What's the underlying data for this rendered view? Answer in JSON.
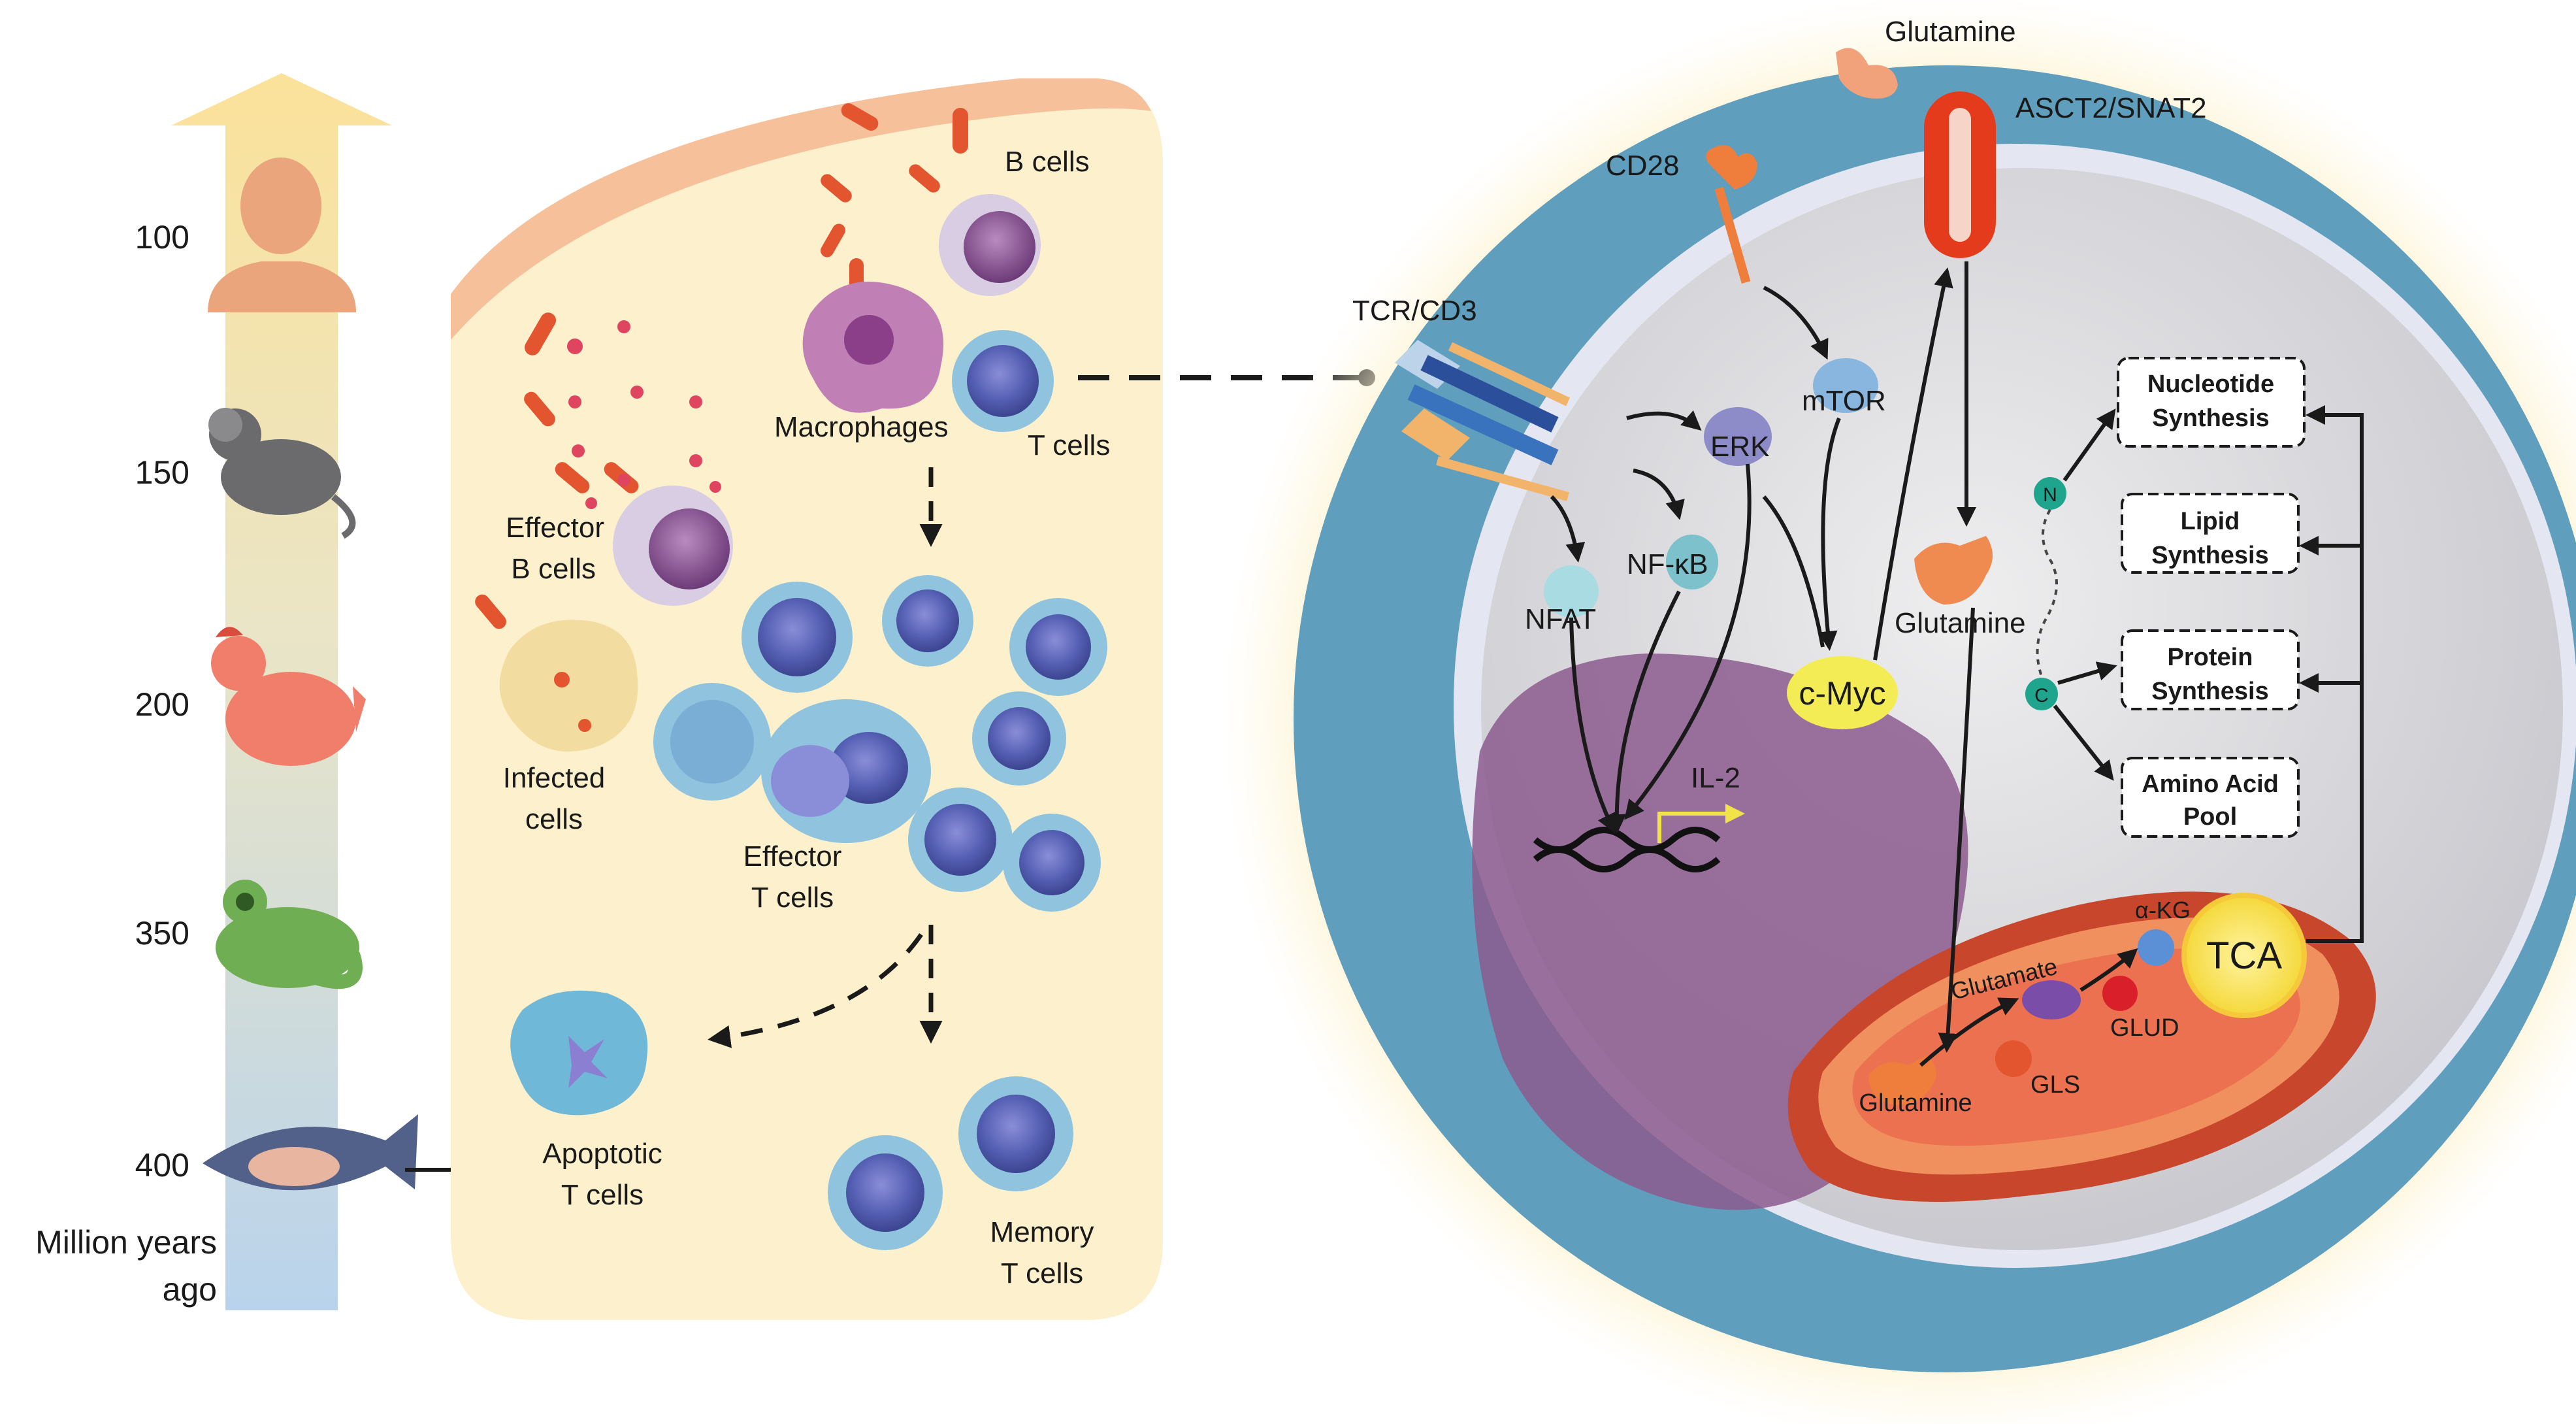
{
  "timeline": {
    "ticks": [
      "100",
      "150",
      "200",
      "350",
      "400"
    ],
    "axis_label_line1": "Million years",
    "axis_label_line2": "ago"
  },
  "panel_left": {
    "b_cells": "B cells",
    "macrophages": "Macrophages",
    "t_cells": "T cells",
    "effector_b_line1": "Effector",
    "effector_b_line2": "B cells",
    "infected_line1": "Infected",
    "infected_line2": "cells",
    "effector_t_line1": "Effector",
    "effector_t_line2": "T cells",
    "apoptotic_line1": "Apoptotic",
    "apoptotic_line2": "T cells",
    "memory_line1": "Memory",
    "memory_line2": "T cells"
  },
  "panel_right": {
    "glutamine_outside": "Glutamine",
    "transporter": "ASCT2/SNAT2",
    "cd28": "CD28",
    "tcr": "TCR/CD3",
    "mtor": "mTOR",
    "erk": "ERK",
    "nfkb": "NF-κB",
    "nfat": "NFAT",
    "cmyc": "c-Myc",
    "glutamine_cyto": "Glutamine",
    "il2": "IL-2",
    "n_badge": "N",
    "c_badge": "C",
    "box_nucleotide_1": "Nucleotide",
    "box_nucleotide_2": "Synthesis",
    "box_lipid_1": "Lipid",
    "box_lipid_2": "Synthesis",
    "box_protein_1": "Protein",
    "box_protein_2": "Synthesis",
    "box_amino_1": "Amino Acid",
    "box_amino_2": "Pool",
    "mito_glutamine": "Glutamine",
    "glutamate": "Glutamate",
    "akg": "α-KG",
    "tca": "TCA",
    "glud": "GLUD",
    "gls": "GLS"
  },
  "colors": {
    "panel_bg": "#fdf0cc",
    "cell_outer": "#5f9fbd",
    "nucleus": "#8c5a8e",
    "mito_body": "#e8674a",
    "orange_receptor": "#ef7d3c",
    "red_transporter": "#e43b1c"
  }
}
